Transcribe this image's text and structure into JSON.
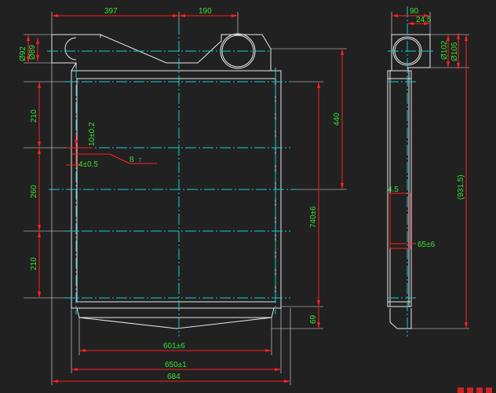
{
  "front_view": {
    "top_dims": [
      "397",
      "190"
    ],
    "left_dims": [
      "Ø92",
      "Ø89",
      "210",
      "260",
      "210"
    ],
    "right_dims": [
      "440",
      "740±6",
      "69"
    ],
    "bottom_dims": [
      "601±6",
      "650±1",
      "684"
    ],
    "callouts": [
      "10±0.2",
      "4±0.5",
      "8"
    ]
  },
  "side_view": {
    "top_dims": [
      "90",
      "24.5"
    ],
    "right_dims": [
      "Ø102",
      "Ø105",
      "(931.5)"
    ],
    "inner_dims": [
      "4.5",
      "65±6"
    ]
  },
  "colors": {
    "background": "#212121",
    "dimension": "#ff2020",
    "dimension_text": "#35e035",
    "outline": "#e8e8e8",
    "centerline": "#19c9d6"
  }
}
